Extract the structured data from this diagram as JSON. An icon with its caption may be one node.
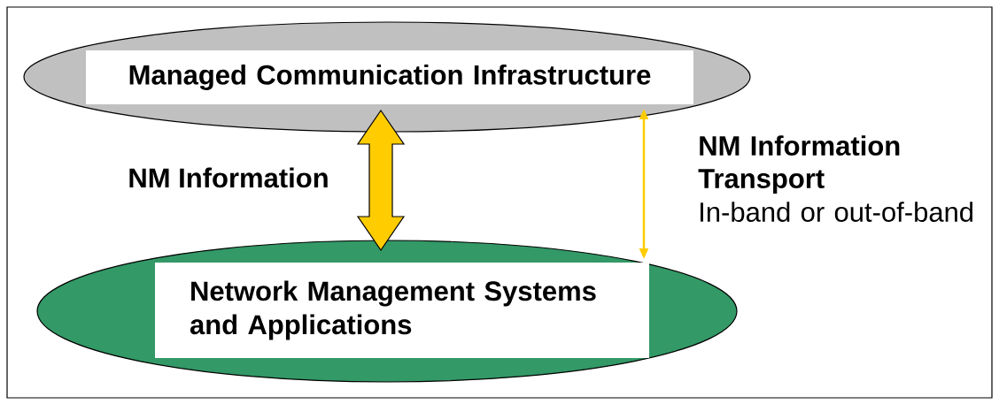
{
  "diagram": {
    "nodes": [
      {
        "text": [],
        "shape": "ellipse"
      },
      {
        "text": [
          "Managed Communication Infrastructure"
        ],
        "in": 0
      },
      {
        "text": [],
        "shape": "ellipse"
      },
      {
        "text": [
          "Network Management Systems and Applications"
        ],
        "in": 2
      }
    ],
    "edges": [
      {
        "from": 0,
        "to": 2,
        "arrow": "both",
        "label": "NM Information",
        "style": "thick",
        "color": "#ffcc00"
      },
      {
        "from": 0,
        "to": 2,
        "arrow": "both",
        "color": "#ffcc00"
      }
    ],
    "labels": [
      "NM Information Transport",
      "In-band or out-of-band"
    ]
  }
}
